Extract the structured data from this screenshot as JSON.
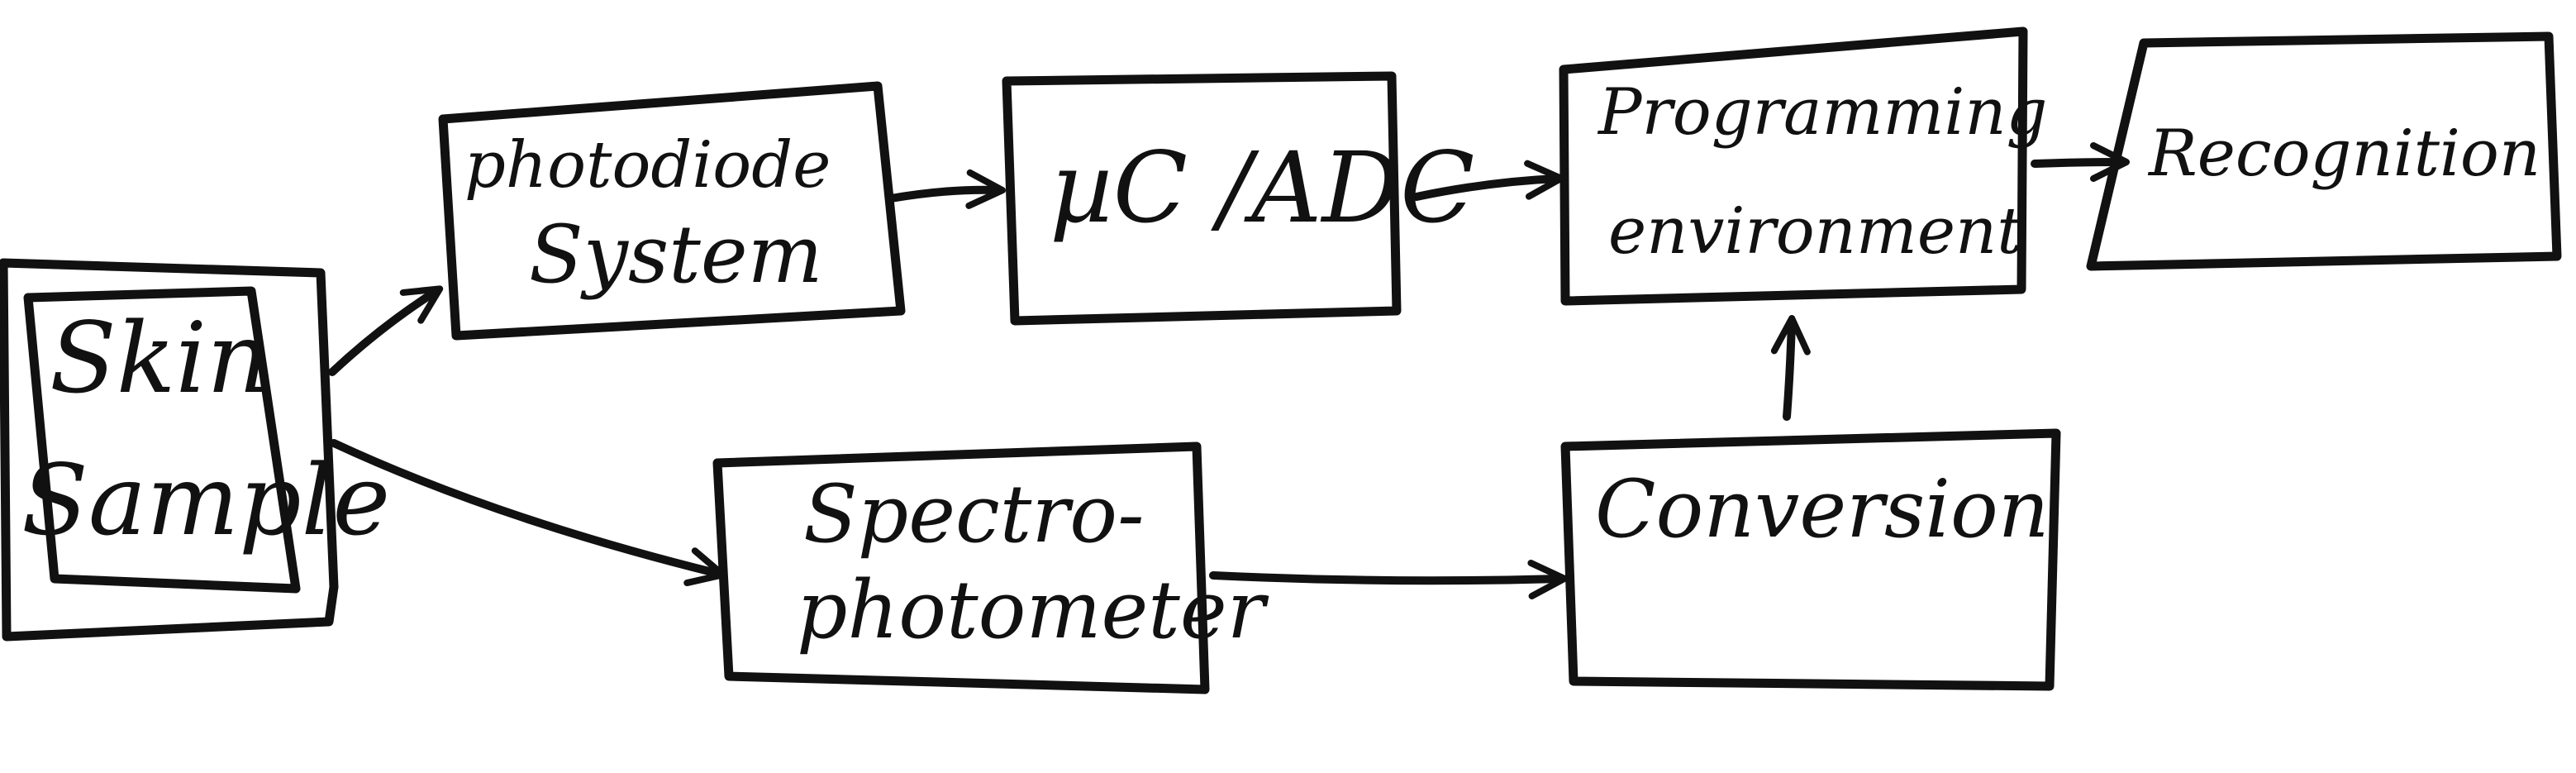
{
  "diagram": {
    "nodes": {
      "skin_sample": {
        "line1": "Skin",
        "line2": "Sample"
      },
      "photodiode": {
        "line1": "photodiode",
        "line2": "System"
      },
      "uc_adc": {
        "line1": "µC /ADC"
      },
      "programming": {
        "line1": "Programming",
        "line2": "environment"
      },
      "recognition": {
        "line1": "Recognition"
      },
      "spectrophotometer": {
        "line1": "Spectro-",
        "line2": "photometer"
      },
      "conversion": {
        "line1": "Conversion"
      }
    },
    "edges": [
      {
        "from": "skin_sample",
        "to": "photodiode"
      },
      {
        "from": "skin_sample",
        "to": "spectrophotometer"
      },
      {
        "from": "photodiode",
        "to": "uc_adc"
      },
      {
        "from": "uc_adc",
        "to": "programming"
      },
      {
        "from": "programming",
        "to": "recognition"
      },
      {
        "from": "spectrophotometer",
        "to": "conversion"
      },
      {
        "from": "conversion",
        "to": "programming"
      }
    ],
    "style": {
      "ink_color": "#111111",
      "background": "#ffffff"
    }
  }
}
